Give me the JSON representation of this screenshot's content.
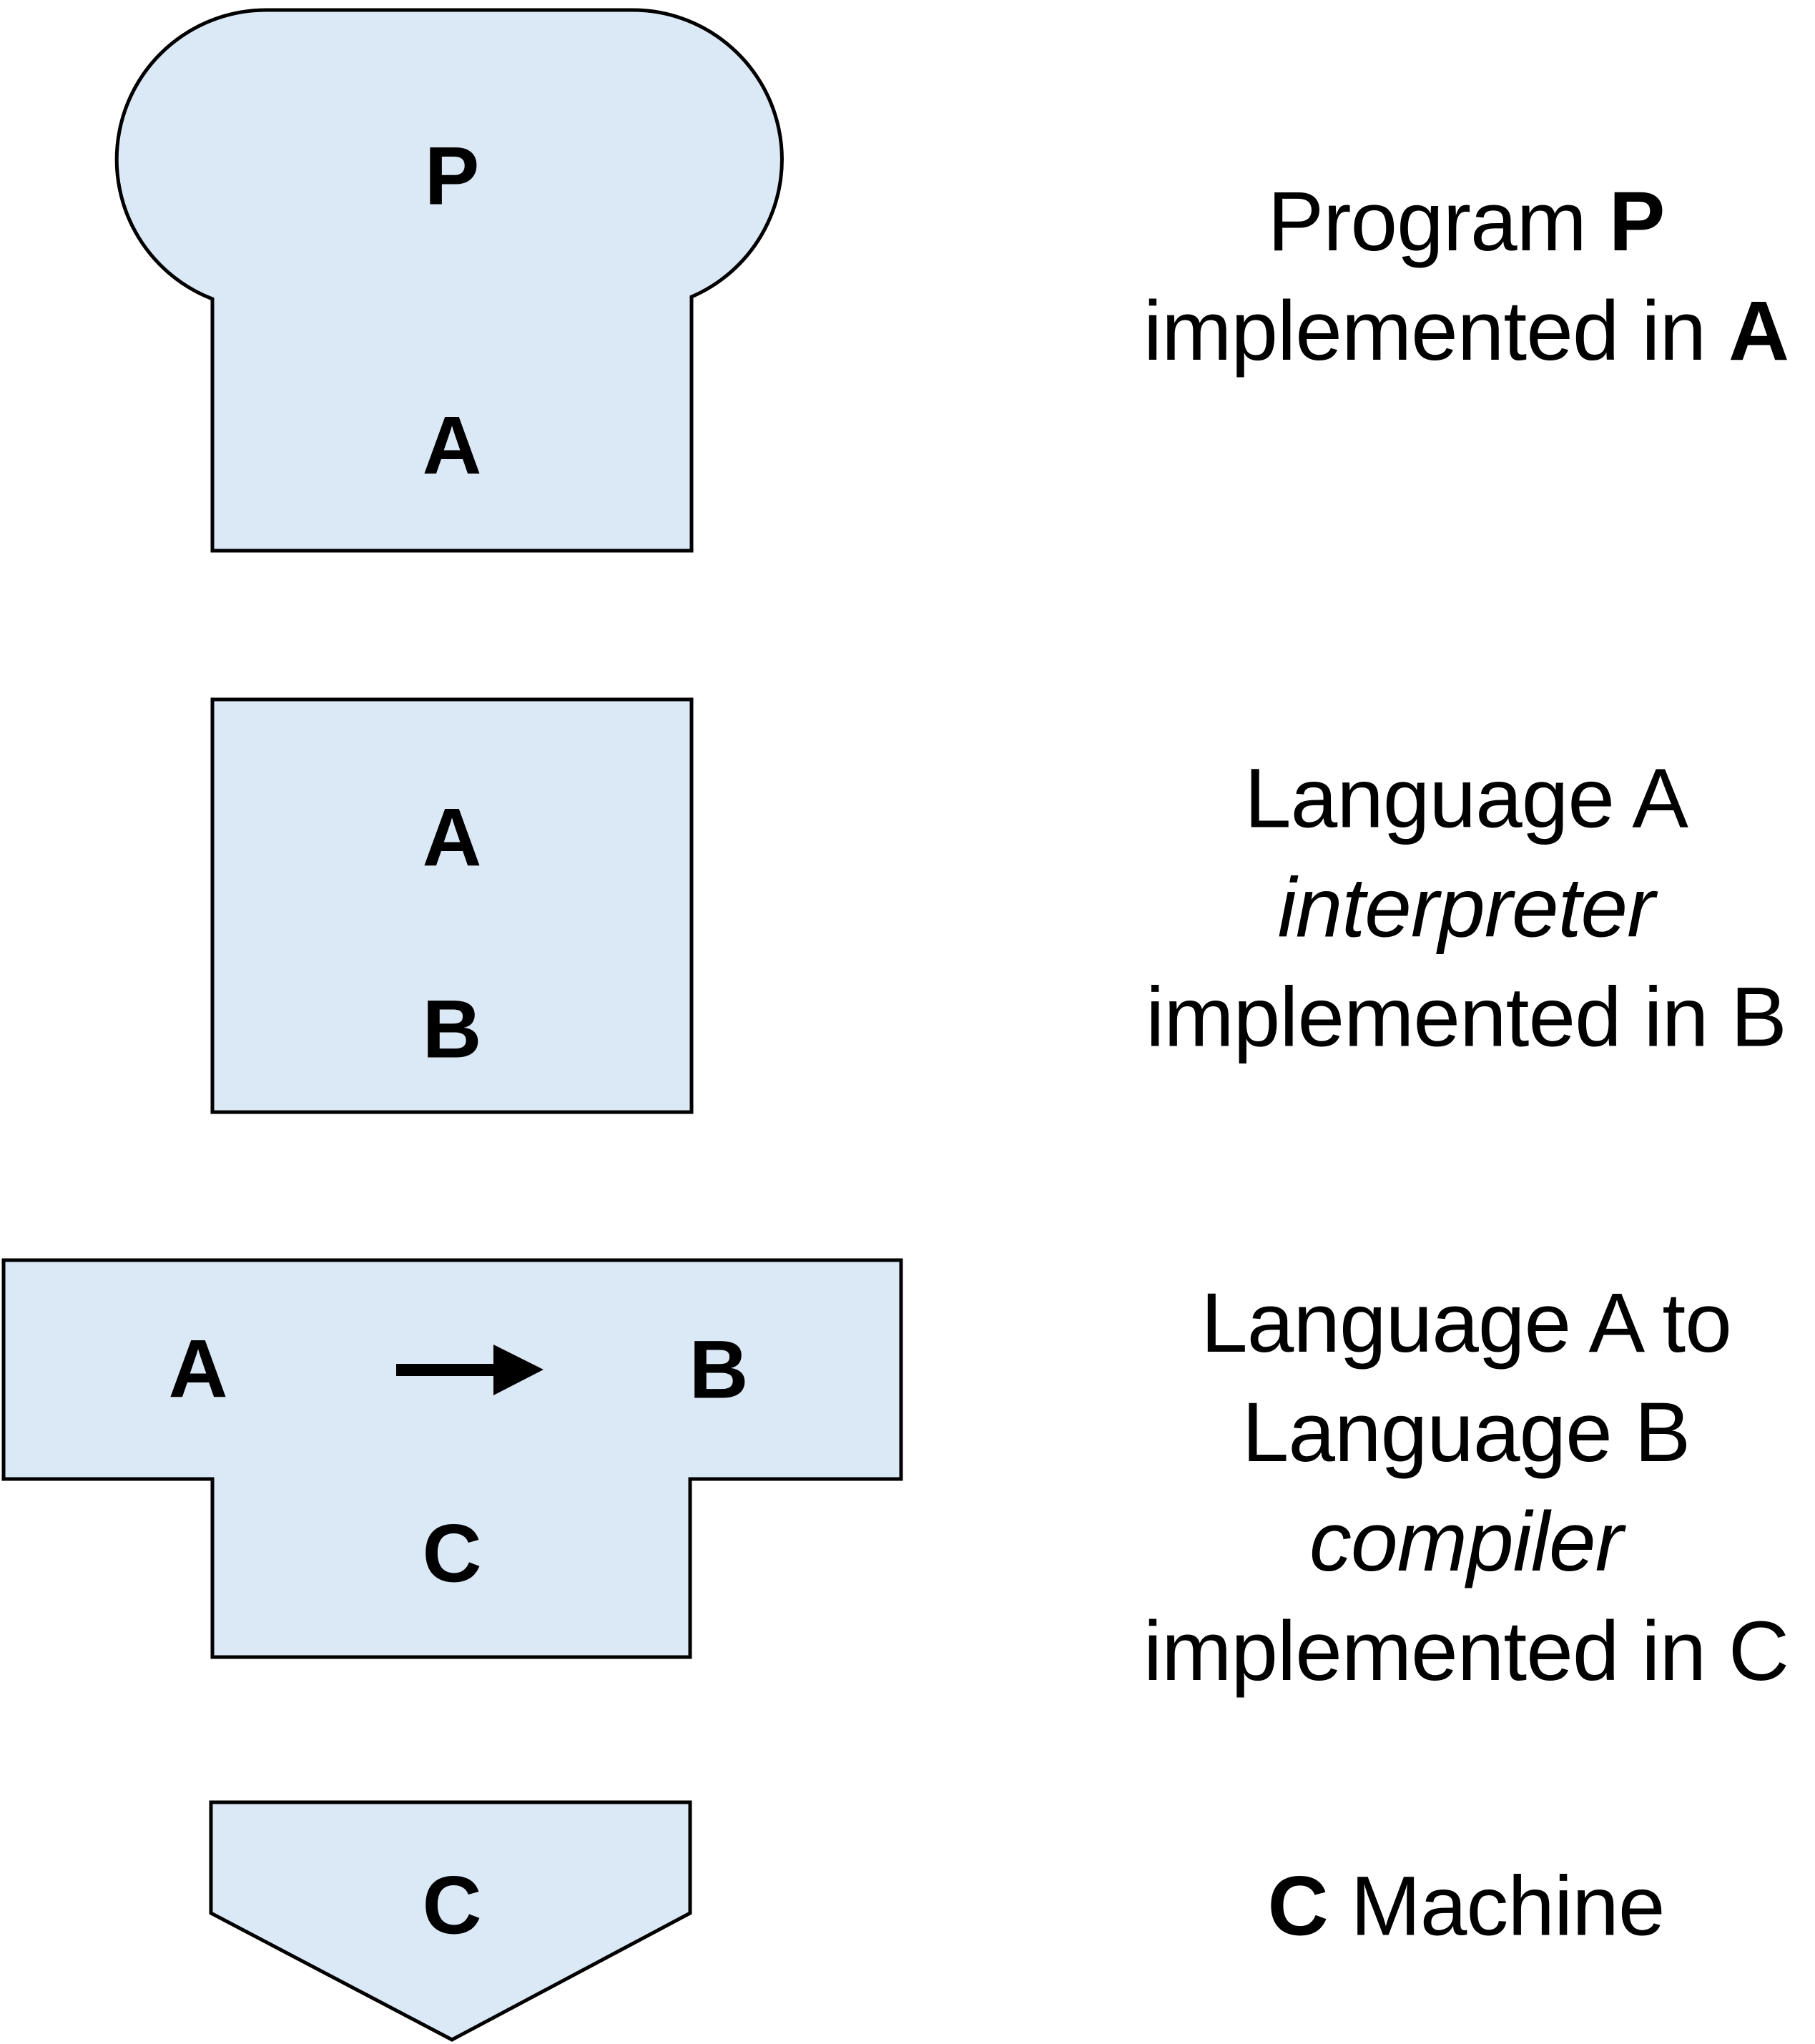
{
  "colors": {
    "background": "#ffffff",
    "shape_fill": "#dbe8f5",
    "shape_stroke": "#000000",
    "arrow_color": "#000000",
    "text_color": "#000000"
  },
  "diagram": {
    "program_shape": {
      "top_letter": "P",
      "bottom_letter": "A"
    },
    "interpreter_shape": {
      "top_letter": "A",
      "bottom_letter": "B"
    },
    "compiler_shape": {
      "source_letter": "A",
      "target_letter": "B",
      "impl_letter": "C"
    },
    "machine_shape": {
      "letter": "C"
    }
  },
  "labels": {
    "program": {
      "l1_pre": "Program ",
      "l1_bold": "P",
      "l2_pre": "implemented in ",
      "l2_bold": "A"
    },
    "interpreter": {
      "l1": "Language A",
      "l2_italic": "interpreter",
      "l3": "implemented in B"
    },
    "compiler": {
      "l1": "Language A to",
      "l2": "Language B",
      "l3_italic": "compiler",
      "l4": "implemented in C"
    },
    "machine": {
      "bold": "C",
      "rest": " Machine"
    }
  }
}
